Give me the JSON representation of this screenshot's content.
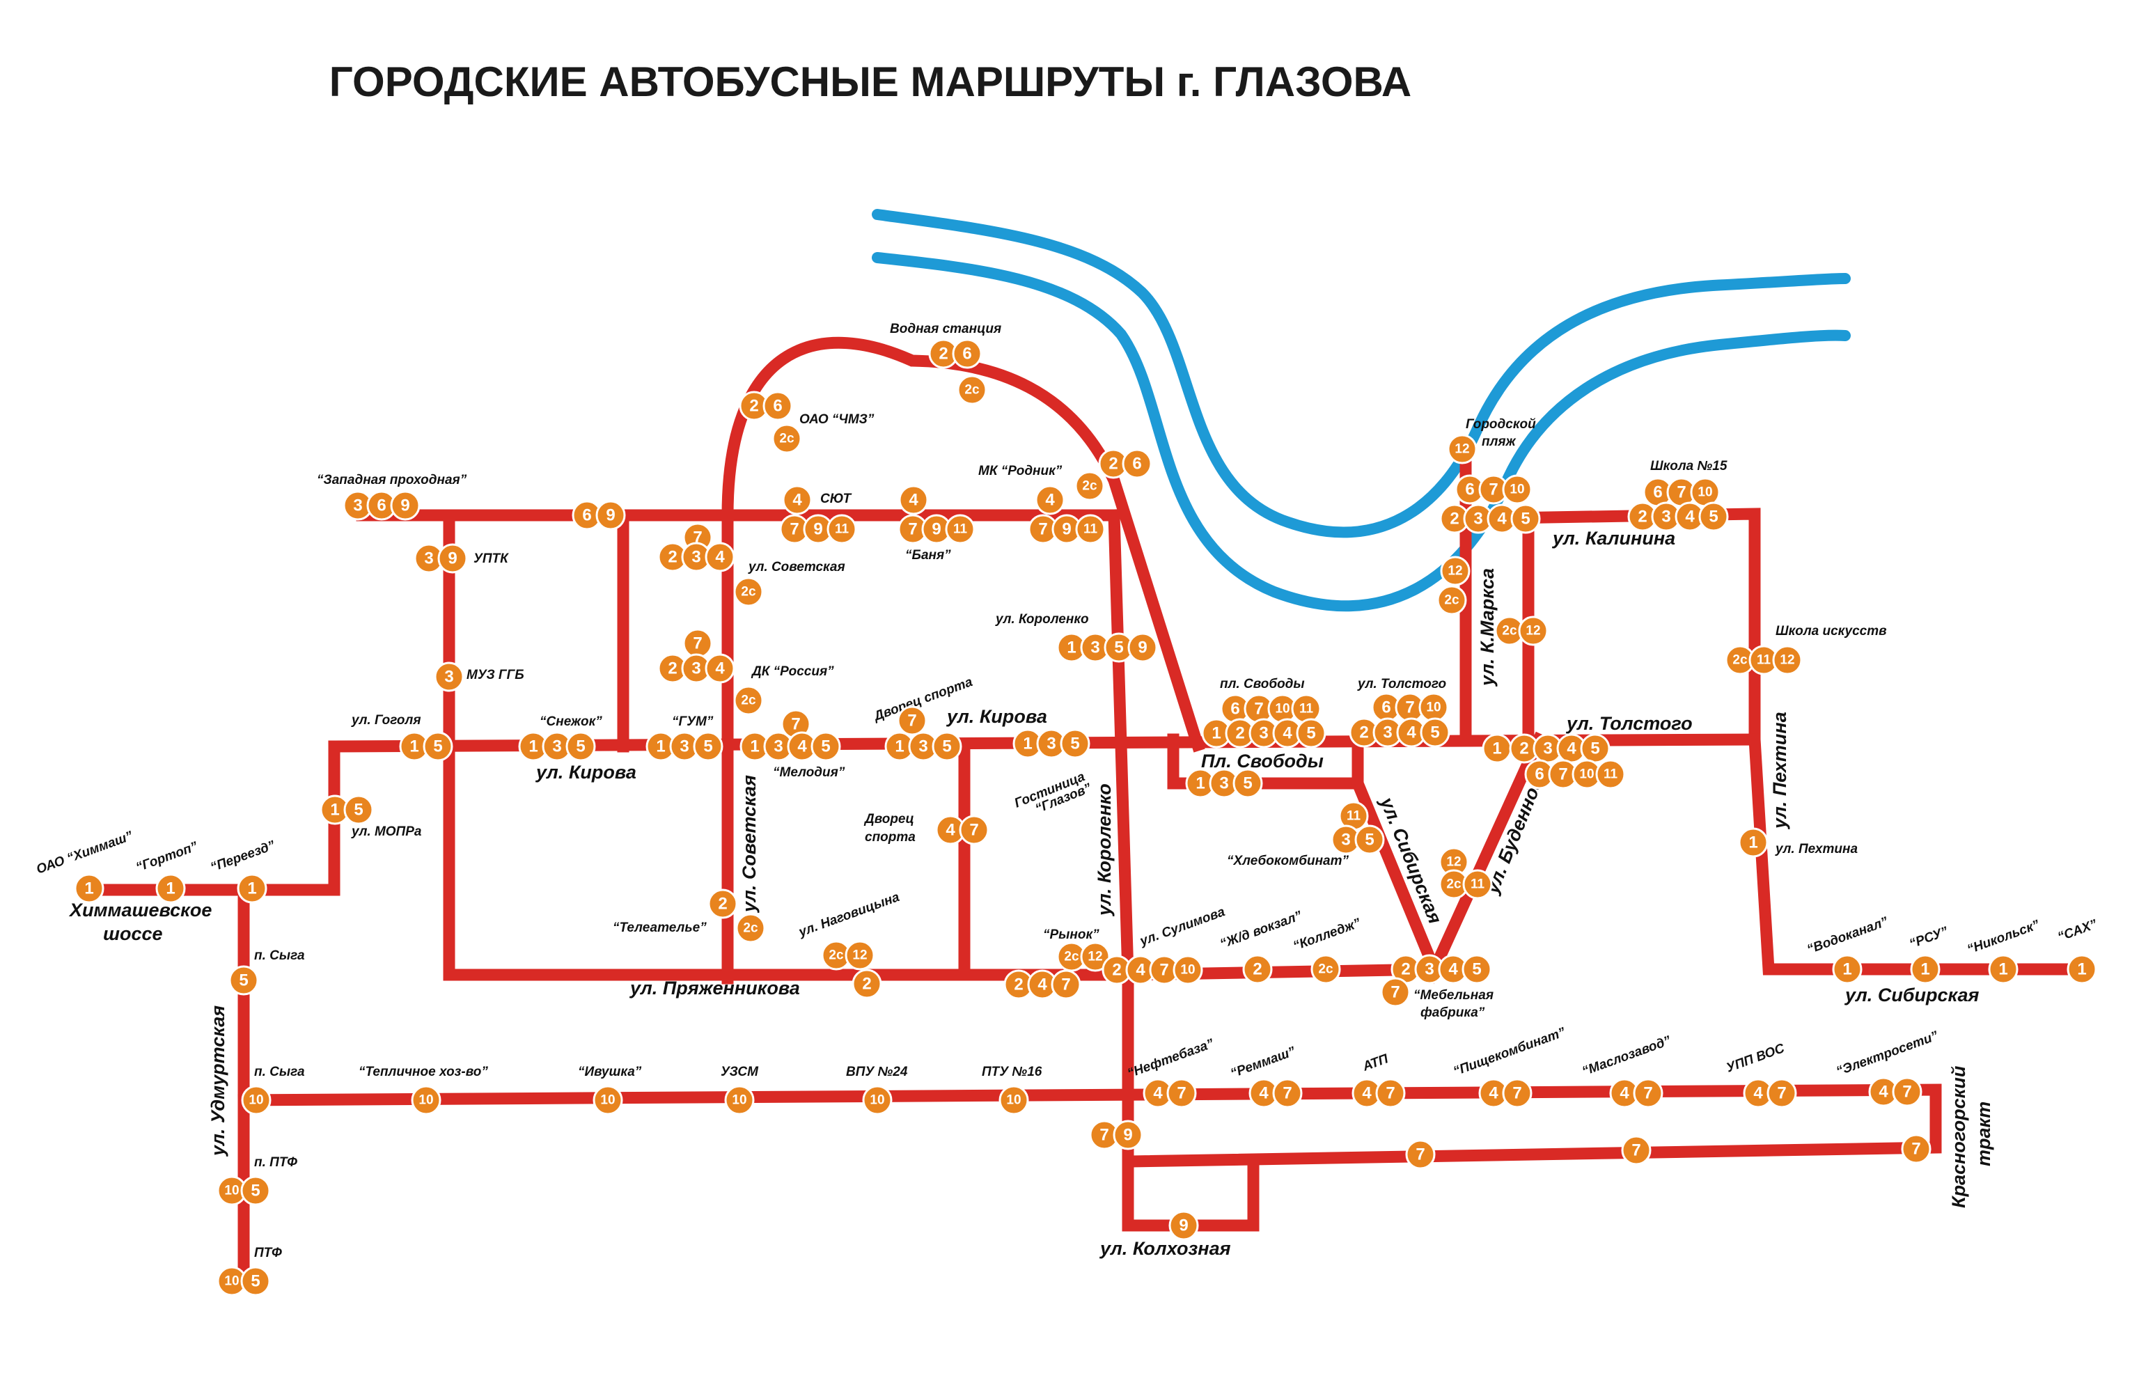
{
  "title": "ГОРОДСКИЕ АВТОБУСНЫЕ МАРШРУТЫ г. ГЛАЗОВА",
  "colors": {
    "road": "#d92a25",
    "river": "#1e9ad6",
    "badge": "#e8841e"
  },
  "streets": [
    "ул. Кирова",
    "ул. Кирова",
    "ул. Толстого",
    "ул. Калинина",
    "ул. Пряженникова",
    "ул. Советская",
    "ул. Короленко",
    "ул. Сибирская",
    "ул. Буденного",
    "ул. К.Маркса",
    "ул. Пехтина",
    "ул. Сибирская",
    "ул. Удмуртская",
    "ул. Колхозная",
    "Химмашевское",
    "шоссе",
    "Красногорский",
    "тракт",
    "Пл. Свободы"
  ],
  "stops": [
    "“Западная проходная”",
    "УПТК",
    "МУЗ ГГБ",
    "ул. Гоголя",
    "ул. МОПРа",
    "ОАО “Химмаш”",
    "“Гортоп”",
    "“Переезд”",
    "п. Сыга",
    "п. Сыга",
    "п. ПТФ",
    "ПТФ",
    "“Тепличное хоз-во”",
    "“Ивушка”",
    "УЗСМ",
    "ВПУ №24",
    "ПТУ №16",
    "“Снежок”",
    "“ГУМ”",
    "“Мелодия”",
    "Дворец спорта",
    "Дворец",
    "спорта",
    "Гостиница",
    "“Глазов”",
    "ул. Советская",
    "ДК “Россия”",
    "СЮТ",
    "“Баня”",
    "ОАО “ЧМЗ”",
    "Водная станция",
    "МК “Родник”",
    "ул. Короленко",
    "пл. Свободы",
    "ул. Толстого",
    "“Хлебокомбинат”",
    "“Мебельная",
    "фабрика”",
    "Городской",
    "пляж",
    "Школа №15",
    "Школа искусств",
    "ул. Пехтина",
    "“Водоканал”",
    "“РСУ”",
    "“Никольск”",
    "“САХ”",
    "“Телеательe”",
    "ул. Наговицына",
    "“Рынок”",
    "ул. Сулимова",
    "“Ж/д вокзал”",
    "“Колледж”",
    "“Нефтебаза”",
    "“Реммаш”",
    "АТП",
    "“Пищекомбинат”",
    "“Маслозавод”",
    "УПП ВОС",
    "“Электросети”"
  ],
  "routes": [
    [
      "3",
      "6",
      "9"
    ],
    [
      "6",
      "9"
    ],
    [
      "3",
      "9"
    ],
    [
      "3"
    ],
    [
      "1",
      "5"
    ],
    [
      "1",
      "5"
    ],
    [
      "1"
    ],
    [
      "1"
    ],
    [
      "1"
    ],
    [
      "5"
    ],
    [
      "10"
    ],
    [
      "10",
      "5"
    ],
    [
      "10",
      "5"
    ],
    [
      "10"
    ],
    [
      "10"
    ],
    [
      "10"
    ],
    [
      "10"
    ],
    [
      "10"
    ],
    [
      "1",
      "3",
      "5"
    ],
    [
      "1",
      "3",
      "5"
    ],
    [
      "7"
    ],
    [
      "1",
      "3",
      "4",
      "5"
    ],
    [
      "7"
    ],
    [
      "1",
      "3",
      "5"
    ],
    [
      "1",
      "3",
      "5"
    ],
    [
      "4",
      "7"
    ],
    [
      "7"
    ],
    [
      "2",
      "3",
      "4"
    ],
    [
      "2с"
    ],
    [
      "7"
    ],
    [
      "2",
      "3",
      "4"
    ],
    [
      "2с"
    ],
    [
      "2",
      "6"
    ],
    [
      "2с"
    ],
    [
      "2",
      "6"
    ],
    [
      "2с"
    ],
    [
      "2",
      "6"
    ],
    [
      "2с"
    ],
    [
      "4"
    ],
    [
      "7",
      "9",
      "11"
    ],
    [
      "4"
    ],
    [
      "7",
      "9",
      "11"
    ],
    [
      "4"
    ],
    [
      "7",
      "9",
      "11"
    ],
    [
      "1",
      "3",
      "5",
      "9"
    ],
    [
      "6",
      "7",
      "10",
      "11"
    ],
    [
      "1",
      "2",
      "3",
      "4",
      "5"
    ],
    [
      "1",
      "3",
      "5"
    ],
    [
      "6",
      "7",
      "10"
    ],
    [
      "2",
      "3",
      "4",
      "5"
    ],
    [
      "1"
    ],
    [
      "2",
      "3",
      "4",
      "5"
    ],
    [
      "6",
      "7",
      "10",
      "11"
    ],
    [
      "11"
    ],
    [
      "3",
      "5"
    ],
    [
      "12"
    ],
    [
      "12"
    ],
    [
      "2с"
    ],
    [
      "6",
      "7",
      "10"
    ],
    [
      "2",
      "3",
      "4",
      "5"
    ],
    [
      "2с",
      "12"
    ],
    [
      "6",
      "7",
      "10"
    ],
    [
      "2",
      "3",
      "4",
      "5"
    ],
    [
      "2с",
      "11",
      "12"
    ],
    [
      "1"
    ],
    [
      "12"
    ],
    [
      "2с",
      "11"
    ],
    [
      "2",
      "3",
      "4",
      "5"
    ],
    [
      "7"
    ],
    [
      "2"
    ],
    [
      "2с"
    ],
    [
      "2с",
      "12"
    ],
    [
      "2"
    ],
    [
      "2с",
      "12"
    ],
    [
      "2",
      "4",
      "7"
    ],
    [
      "2",
      "4",
      "7",
      "10"
    ],
    [
      "2"
    ],
    [
      "2с"
    ],
    [
      "4",
      "7"
    ],
    [
      "4",
      "7"
    ],
    [
      "4",
      "7"
    ],
    [
      "4",
      "7"
    ],
    [
      "4",
      "7"
    ],
    [
      "4",
      "7"
    ],
    [
      "4",
      "7"
    ],
    [
      "7",
      "9"
    ],
    [
      "7"
    ],
    [
      "7"
    ],
    [
      "7"
    ],
    [
      "9"
    ],
    [
      "1"
    ],
    [
      "1"
    ],
    [
      "1"
    ],
    [
      "1"
    ]
  ]
}
